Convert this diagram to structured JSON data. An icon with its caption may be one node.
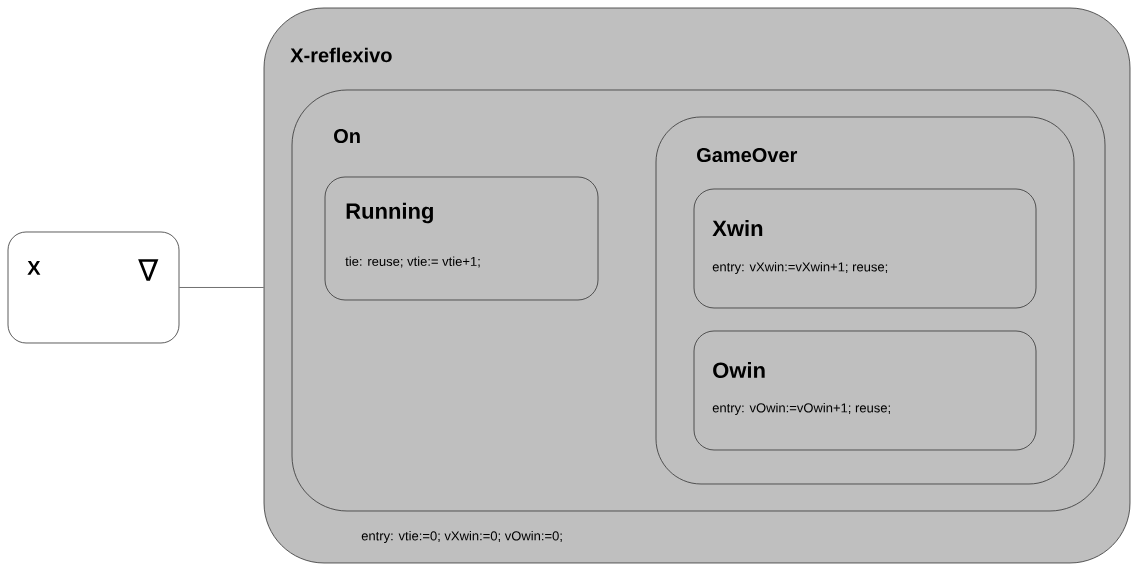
{
  "diagram": {
    "nodes": [
      {
        "text": [
          "X",
          "∇"
        ]
      },
      {
        "text": [
          "X-reflexivo",
          "entry: vtie:=0; vXwin:=0; vOwin:=0;"
        ]
      },
      {
        "text": [
          "On"
        ],
        "in": 1
      },
      {
        "text": [
          "Running",
          "tie: reuse; vtie:= vtie+1;"
        ],
        "in": 2
      },
      {
        "text": [
          "GameOver"
        ],
        "in": 2
      },
      {
        "text": [
          "Xwin",
          "entry: vXwin:=vXwin+1; reuse;"
        ],
        "in": 4
      },
      {
        "text": [
          "Owin",
          "entry: vOwin:=vOwin+1; reuse;"
        ],
        "in": 4
      }
    ],
    "edges": [
      {
        "from": 0,
        "to": 1,
        "arrow": "none"
      }
    ]
  }
}
